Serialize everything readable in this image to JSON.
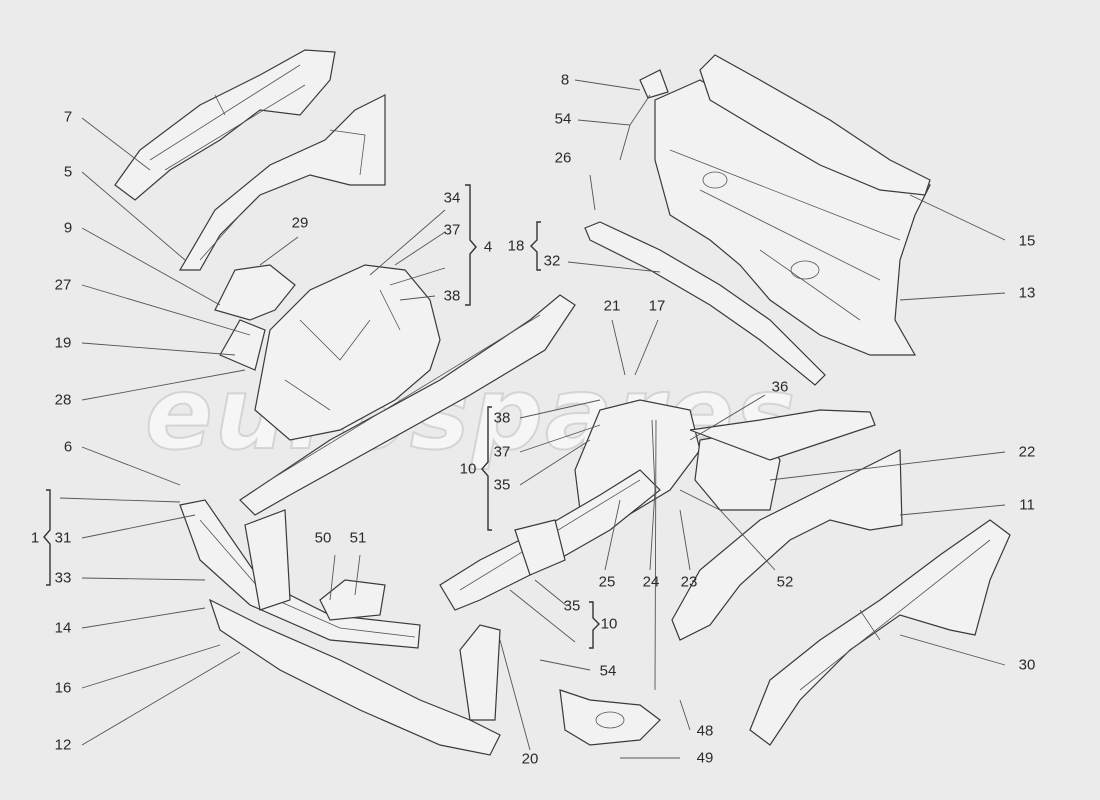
{
  "watermark": "eurospares",
  "labels": {
    "l1": "1",
    "l4": "4",
    "l5": "5",
    "l6": "6",
    "l7": "7",
    "l8": "8",
    "l9": "9",
    "l10a": "10",
    "l10b": "10",
    "l11": "11",
    "l12": "12",
    "l13": "13",
    "l14": "14",
    "l15": "15",
    "l16": "16",
    "l17": "17",
    "l18": "18",
    "l19": "19",
    "l20": "20",
    "l21": "21",
    "l22": "22",
    "l23": "23",
    "l24": "24",
    "l25": "25",
    "l26": "26",
    "l27": "27",
    "l28": "28",
    "l29": "29",
    "l30": "30",
    "l31": "31",
    "l32": "32",
    "l33": "33",
    "l34": "34",
    "l35a": "35",
    "l35b": "35",
    "l36": "36",
    "l37a": "37",
    "l37b": "37",
    "l38a": "38",
    "l38b": "38",
    "l48": "48",
    "l49": "49",
    "l50": "50",
    "l51": "51",
    "l52": "52",
    "l54a": "54",
    "l54b": "54"
  }
}
